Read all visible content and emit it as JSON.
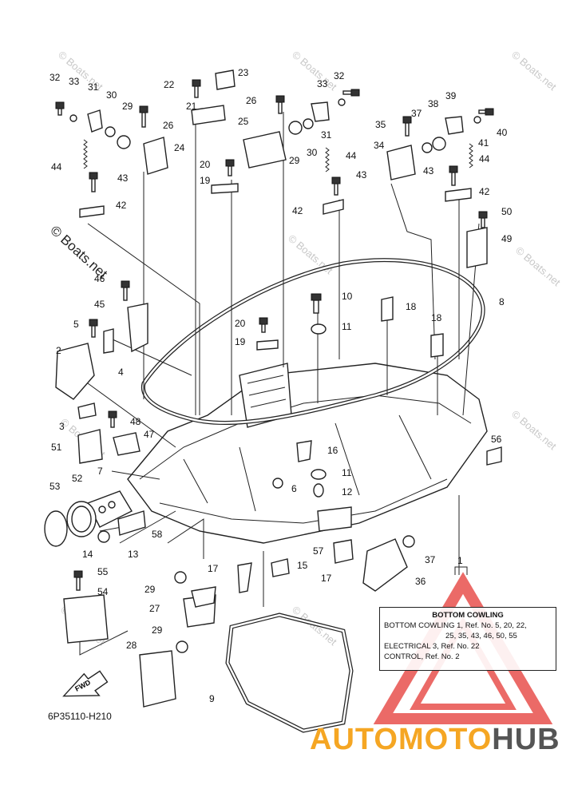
{
  "diagram": {
    "code": "6P35110-H210",
    "fwd": "FWD",
    "watermark": "© Boats.net",
    "callouts": [
      "1",
      "2",
      "3",
      "4",
      "5",
      "6",
      "7",
      "8",
      "9",
      "10",
      "11",
      "12",
      "13",
      "14",
      "15",
      "16",
      "17",
      "18",
      "19",
      "20",
      "21",
      "22",
      "23",
      "24",
      "25",
      "26",
      "27",
      "28",
      "29",
      "30",
      "31",
      "32",
      "33",
      "34",
      "35",
      "36",
      "37",
      "38",
      "39",
      "40",
      "41",
      "42",
      "43",
      "44",
      "45",
      "46",
      "47",
      "48",
      "49",
      "50",
      "51",
      "52",
      "53",
      "54",
      "55",
      "56",
      "57",
      "58"
    ]
  },
  "legend": {
    "title": "BOTTOM COWLING",
    "line1": "BOTTOM COWLING 1, Ref. No. 5, 20, 22,",
    "line2": "25, 35, 43, 46, 50, 55",
    "line3": "ELECTRICAL 3, Ref. No. 22",
    "line4": "CONTROL, Ref. No. 2"
  },
  "brand": {
    "part1": "AUTOMOTO",
    "part2": "HUB",
    "color_accent": "#f5a623",
    "color_dark": "#555555",
    "logo_color": "#e53935"
  }
}
